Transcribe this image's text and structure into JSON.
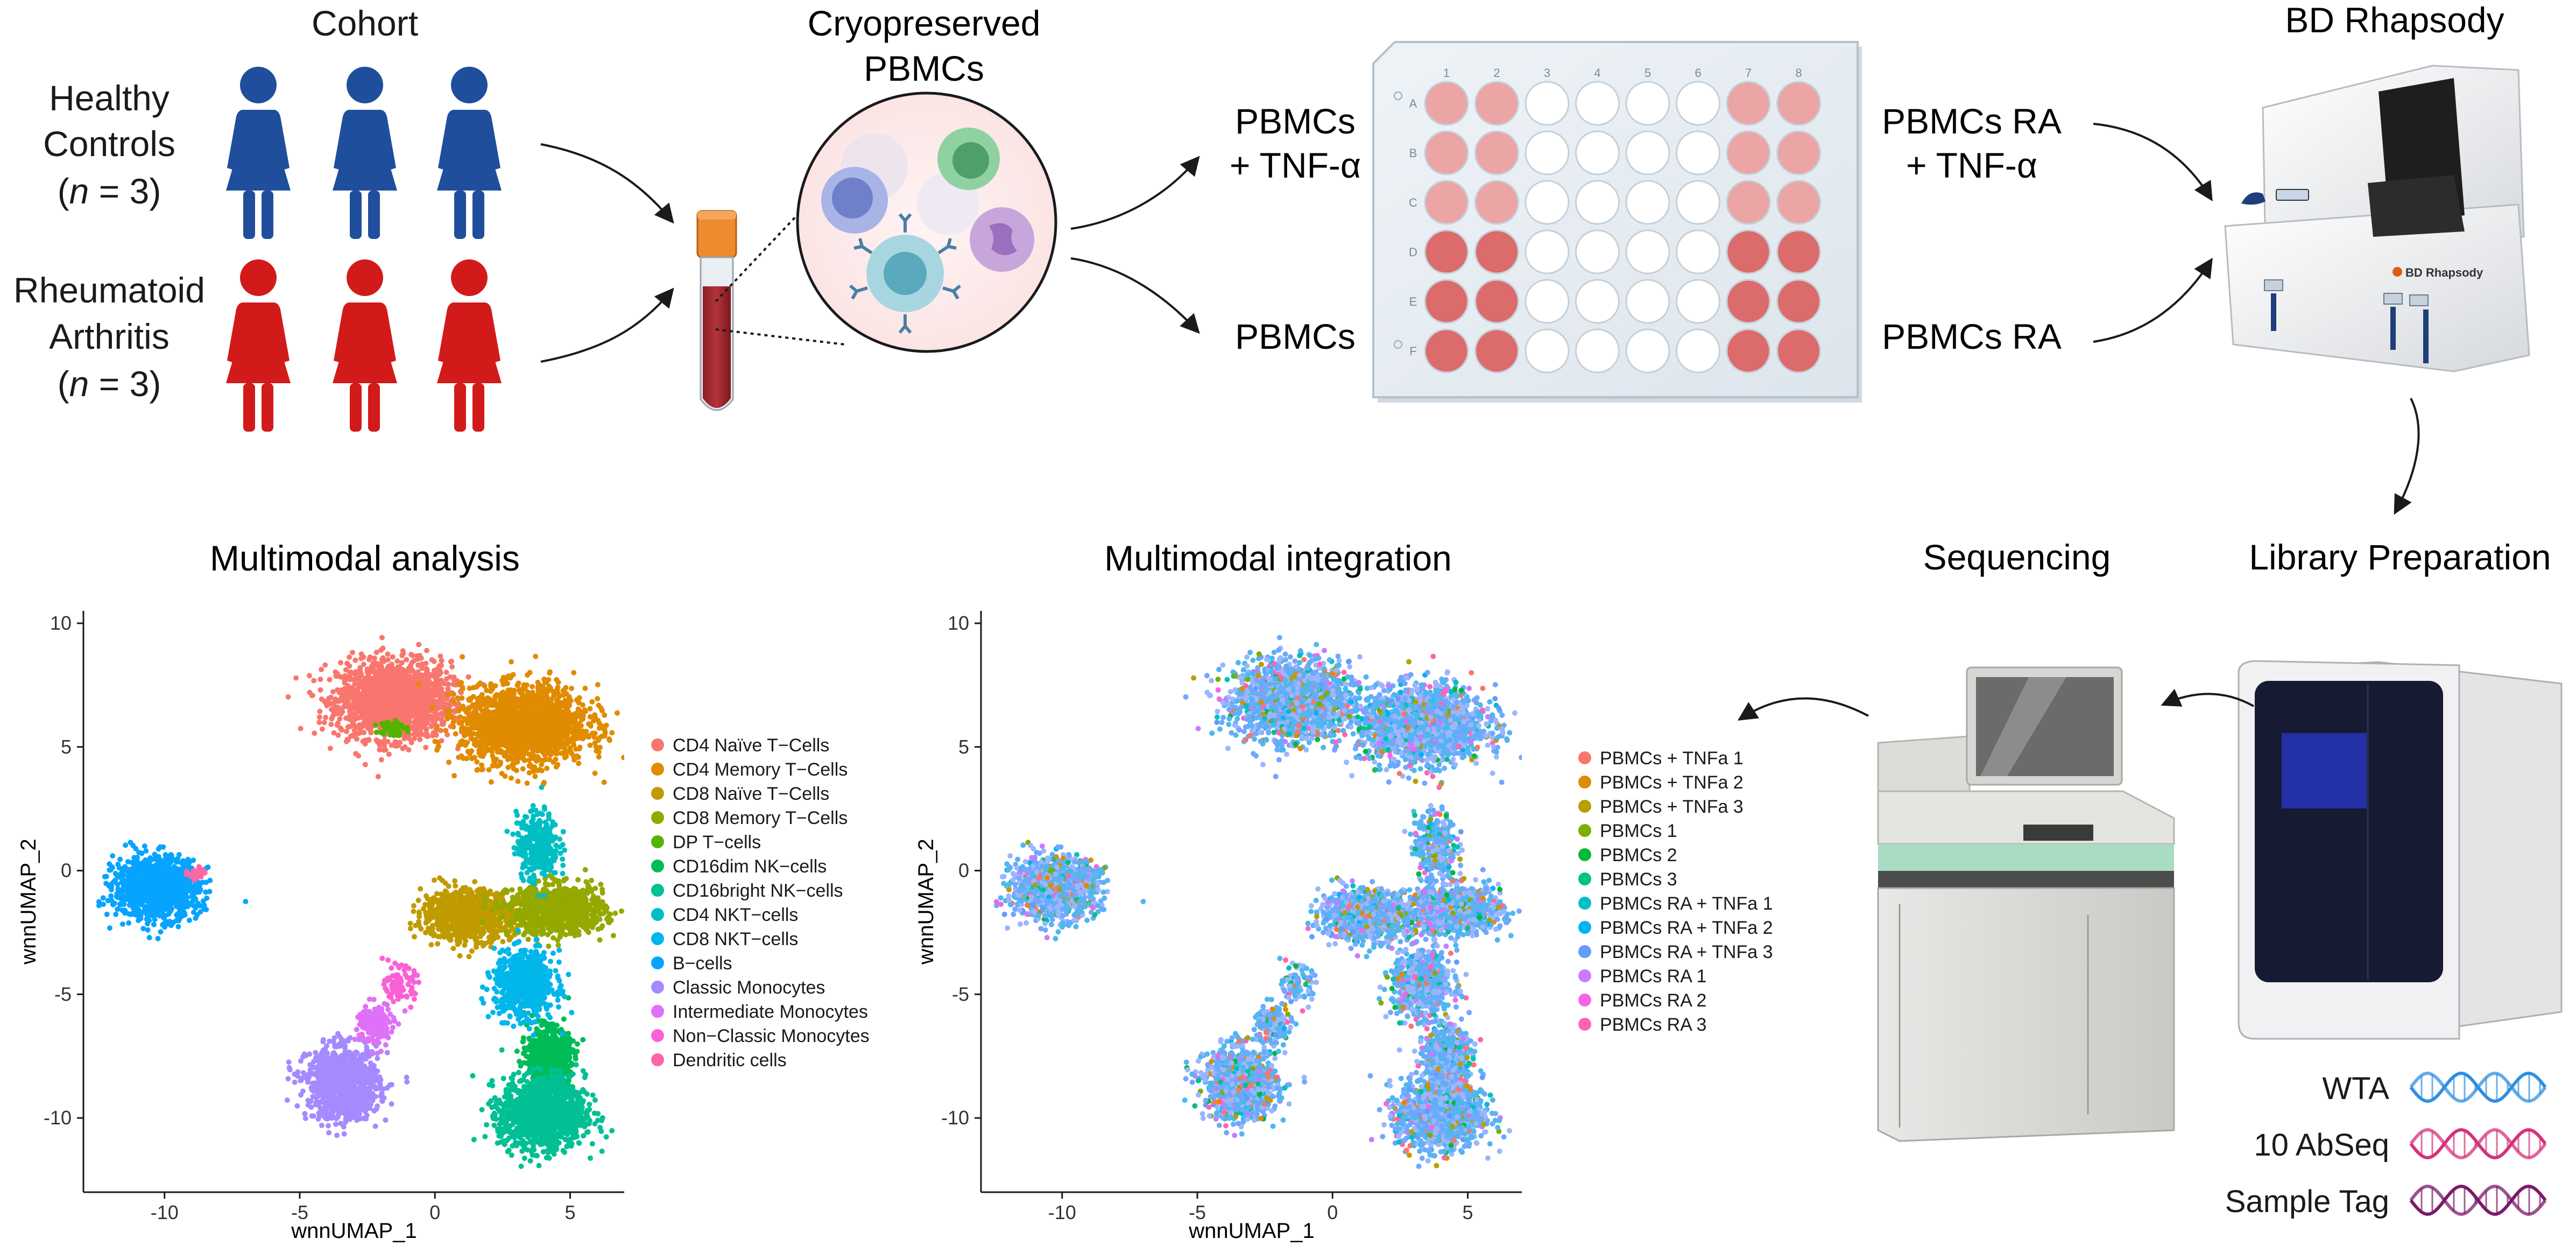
{
  "cohort": {
    "title": "Cohort",
    "healthy": {
      "line1": "Healthy",
      "line2": "Controls",
      "n_var": "n",
      "n_rest": " = 3",
      "color": "#1f4e9c"
    },
    "ra": {
      "line1": "Rheumatoid",
      "line2": "Arthritis",
      "n_var": "n",
      "n_rest": " = 3",
      "color": "#d31a1a"
    }
  },
  "pbmc": {
    "title_line1": "Cryopreserved",
    "title_line2": "PBMCs"
  },
  "plate": {
    "columns": [
      "1",
      "2",
      "3",
      "4",
      "5",
      "6",
      "7",
      "8"
    ],
    "rows": [
      "A",
      "B",
      "C",
      "D",
      "E",
      "F"
    ],
    "left_top": {
      "line1": "PBMCs",
      "line2": "+ TNF-α"
    },
    "left_bottom": "PBMCs",
    "right_top": {
      "line1": "PBMCs RA",
      "line2": "+ TNF-α"
    },
    "right_bottom": "PBMCs RA",
    "colors": {
      "light_pink": "#eba5a5",
      "dark_pink": "#dc6b6b",
      "empty": "#ffffff"
    }
  },
  "rhapsody": {
    "title": "BD Rhapsody",
    "brand": "BD Rhapsody"
  },
  "steps": {
    "library": "Library Preparation",
    "sequencing": "Sequencing"
  },
  "library": {
    "items": [
      {
        "label": "WTA",
        "color": "#2f8fe0"
      },
      {
        "label": "10 AbSeq",
        "color": "#d6317a"
      },
      {
        "label": "Sample Tag",
        "color": "#7a1a6a"
      }
    ]
  },
  "chart_data": [
    {
      "type": "scatter",
      "title": "Multimodal analysis",
      "xlabel": "wnnUMAP_1",
      "ylabel": "wnnUMAP_2",
      "xlim": [
        -13,
        7
      ],
      "ylim": [
        -13,
        10.5
      ],
      "xticks": [
        -10,
        -5,
        0,
        5
      ],
      "yticks": [
        10,
        5,
        0,
        -5,
        -10
      ],
      "legend_position": "right",
      "legend": [
        {
          "name": "CD4 Naïve T−Cells",
          "color": "#f8766d"
        },
        {
          "name": "CD4 Memory T−Cells",
          "color": "#e08b00"
        },
        {
          "name": "CD8 Naïve T−Cells",
          "color": "#c09b00"
        },
        {
          "name": "CD8 Memory T−Cells",
          "color": "#94a800"
        },
        {
          "name": "DP T−cells",
          "color": "#53b400"
        },
        {
          "name": "CD16dim NK−cells",
          "color": "#00bc56"
        },
        {
          "name": "CD16bright NK−cells",
          "color": "#00c094"
        },
        {
          "name": "CD4 NKT−cells",
          "color": "#00bfc4"
        },
        {
          "name": "CD8 NKT−cells",
          "color": "#00b6eb"
        },
        {
          "name": "B−cells",
          "color": "#06a4ff"
        },
        {
          "name": "Classic Monocytes",
          "color": "#a58aff"
        },
        {
          "name": "Intermediate Monocytes",
          "color": "#df70f8"
        },
        {
          "name": "Non−Classic Monocytes",
          "color": "#fb61d7"
        },
        {
          "name": "Dendritic cells",
          "color": "#ff66a8"
        }
      ],
      "clusters": [
        {
          "label": "CD4 Naïve T−Cells",
          "center": [
            -1.5,
            6.9
          ],
          "spread": [
            1.9,
            1.4
          ],
          "n": 1800
        },
        {
          "label": "CD4 Memory T−Cells",
          "center": [
            3.3,
            5.9
          ],
          "spread": [
            2.1,
            1.4
          ],
          "n": 1800
        },
        {
          "label": "CD8 Naïve T−Cells",
          "center": [
            1.2,
            -1.8
          ],
          "spread": [
            1.5,
            0.9
          ],
          "n": 900
        },
        {
          "label": "CD8 Memory T−Cells",
          "center": [
            4.5,
            -1.6
          ],
          "spread": [
            1.6,
            0.9
          ],
          "n": 900
        },
        {
          "label": "DP T−cells",
          "center": [
            -1.6,
            5.8
          ],
          "spread": [
            0.4,
            0.3
          ],
          "n": 60
        },
        {
          "label": "CD16dim NK−cells",
          "center": [
            4.2,
            -7.5
          ],
          "spread": [
            0.7,
            1.0
          ],
          "n": 700
        },
        {
          "label": "CD16bright NK−cells",
          "center": [
            4.0,
            -9.8
          ],
          "spread": [
            1.4,
            1.3
          ],
          "n": 1300
        },
        {
          "label": "CD4 NKT−cells",
          "center": [
            3.8,
            1.0
          ],
          "spread": [
            0.7,
            1.2
          ],
          "n": 350
        },
        {
          "label": "CD8 NKT−cells",
          "center": [
            3.3,
            -4.6
          ],
          "spread": [
            1.0,
            1.2
          ],
          "n": 700
        },
        {
          "label": "B−cells",
          "center": [
            -10.3,
            -0.7
          ],
          "spread": [
            1.4,
            1.1
          ],
          "n": 1200
        },
        {
          "label": "Classic Monocytes",
          "center": [
            -3.4,
            -8.6
          ],
          "spread": [
            1.2,
            1.3
          ],
          "n": 1000
        },
        {
          "label": "Intermediate Monocytes",
          "center": [
            -2.2,
            -6.2
          ],
          "spread": [
            0.6,
            0.8
          ],
          "n": 160
        },
        {
          "label": "Non−Classic Monocytes",
          "center": [
            -1.3,
            -4.6
          ],
          "spread": [
            0.5,
            0.6
          ],
          "n": 100
        },
        {
          "label": "Dendritic cells",
          "center": [
            -8.8,
            -0.1
          ],
          "spread": [
            0.3,
            0.2
          ],
          "n": 30
        }
      ]
    },
    {
      "type": "scatter",
      "title": "Multimodal integration",
      "xlabel": "wnnUMAP_1",
      "ylabel": "wnnUMAP_2",
      "xlim": [
        -13,
        7
      ],
      "ylim": [
        -13,
        10.5
      ],
      "xticks": [
        -10,
        -5,
        0,
        5
      ],
      "yticks": [
        10,
        5,
        0,
        -5,
        -10
      ],
      "legend_position": "right",
      "legend": [
        {
          "name": "PBMCs + TNFa 1",
          "color": "#f8766d"
        },
        {
          "name": "PBMCs + TNFa 2",
          "color": "#de8c00"
        },
        {
          "name": "PBMCs + TNFa 3",
          "color": "#b79f00"
        },
        {
          "name": "PBMCs 1",
          "color": "#7cae00"
        },
        {
          "name": "PBMCs 2",
          "color": "#00ba38"
        },
        {
          "name": "PBMCs 3",
          "color": "#00c08b"
        },
        {
          "name": "PBMCs RA + TNFa 1",
          "color": "#00bfc4"
        },
        {
          "name": "PBMCs RA + TNFa 2",
          "color": "#00b4f0"
        },
        {
          "name": "PBMCs RA + TNFa 3",
          "color": "#619cff"
        },
        {
          "name": "PBMCs RA 1",
          "color": "#c77cff"
        },
        {
          "name": "PBMCs RA 2",
          "color": "#f564e3"
        },
        {
          "name": "PBMCs RA 3",
          "color": "#ff64b0"
        }
      ],
      "dominant_colors": [
        "#4fb7ee",
        "#6fa8ff",
        "#9bb6ff"
      ]
    }
  ]
}
